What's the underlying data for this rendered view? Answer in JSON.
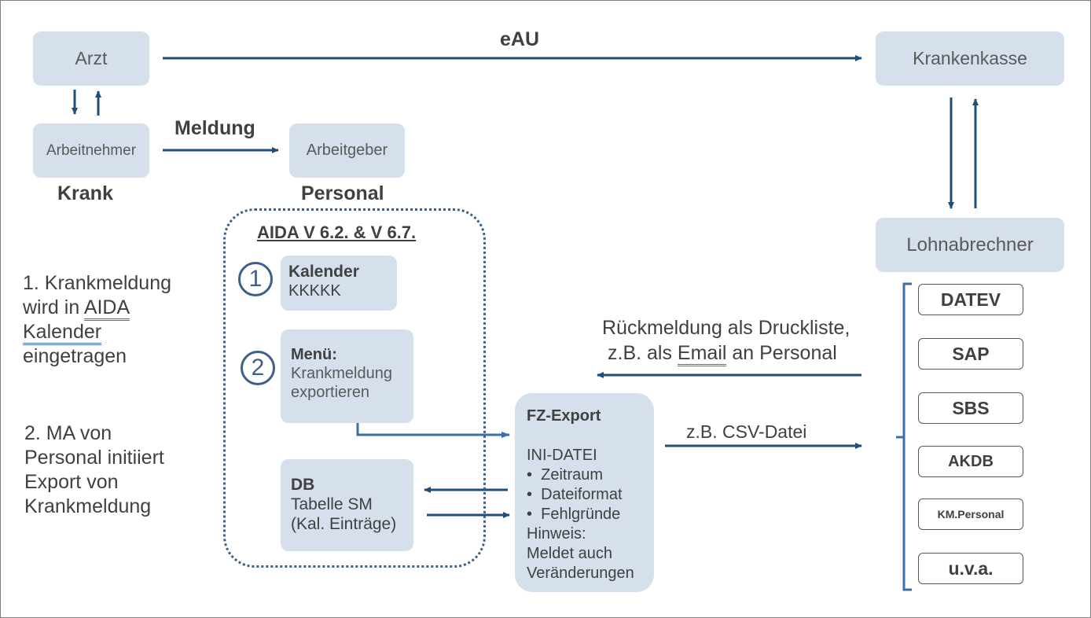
{
  "nodes": {
    "arzt": "Arzt",
    "krankenkasse": "Krankenkasse",
    "arbeitnehmer": "Arbeitnehmer",
    "arbeitgeber": "Arbeitgeber",
    "lohnabrechner": "Lohnabrechner"
  },
  "labels": {
    "eau": "eAU",
    "meldung": "Meldung",
    "krank": "Krank",
    "personal": "Personal",
    "aida_title": "AIDA V 6.2. & V 6.7.",
    "rueck_line1": "Rückmeldung als Druckliste,",
    "rueck_line2_pre": "z.B. als ",
    "rueck_line2_email": "Email",
    "rueck_line2_post": " an Personal",
    "csv": "z.B. CSV-Datei"
  },
  "steps": {
    "step1_line1": "1. Krankmeldung",
    "step1_line2_pre": "wird in ",
    "step1_line2_aida": "AIDA",
    "step1_line3": "Kalender",
    "step1_line4": "eingetragen",
    "step2_line1": "2. MA von",
    "step2_line2": "Personal initiiert",
    "step2_line3": "Export von",
    "step2_line4": "Krankmeldung"
  },
  "aida": {
    "num1": "1",
    "num2": "2",
    "kalender_title": "Kalender",
    "kalender_sub": "KKKKK",
    "menu_title": "Menü:",
    "menu_line1": "Krankmeldung",
    "menu_line2": "exportieren",
    "db_title": "DB",
    "db_line1": "Tabelle SM",
    "db_line2": "(Kal. Einträge)"
  },
  "fz_export": {
    "title": "FZ-Export",
    "ini": "INI-DATEI",
    "bullets": [
      "Zeitraum",
      "Dateiformat",
      "Fehlgründe"
    ],
    "hinweis": "Hinweis:",
    "hinweis_line1": "Meldet auch",
    "hinweis_line2": "Veränderungen"
  },
  "software": [
    "DATEV",
    "SAP",
    "SBS",
    "AKDB",
    "KM.Personal",
    "u.v.a."
  ],
  "colors": {
    "box_fill": "#d6e0ed",
    "arrow": "#1f4e79",
    "accent": "#3e5f8a"
  }
}
